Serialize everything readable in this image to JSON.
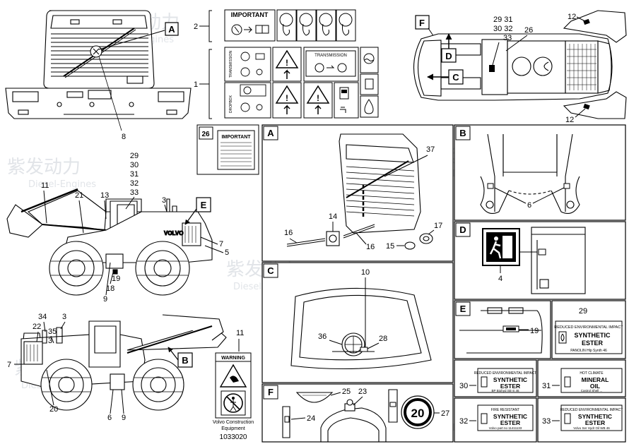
{
  "watermark": {
    "brand": "紫发动力",
    "sub": "Diesel-Engines"
  },
  "labels": {
    "section_letters": [
      "A",
      "B",
      "C",
      "D",
      "E",
      "F"
    ],
    "callouts": {
      "n1": "1",
      "n2": "2",
      "n3": "3",
      "n4": "4",
      "n5": "5",
      "n6": "6",
      "n7": "7",
      "n8": "8",
      "n9": "9",
      "n10": "10",
      "n11": "11",
      "n12": "12",
      "n13": "13",
      "n14": "14",
      "n15": "15",
      "n16": "16",
      "n17": "17",
      "n18": "18",
      "n19": "19",
      "n20": "20",
      "n21": "21",
      "n22": "22",
      "n23": "23",
      "n24": "24",
      "n25": "25",
      "n26": "26",
      "n27": "27",
      "n28": "28",
      "n29": "29",
      "n30": "30",
      "n31": "31",
      "n32": "32",
      "n33": "33",
      "n34": "34",
      "n35": "35",
      "n36": "36",
      "n37": "37"
    },
    "stack_29_33": [
      "29",
      "30",
      "31",
      "32",
      "33"
    ],
    "stack_top_right": [
      "29 31",
      "30 32",
      "33"
    ]
  },
  "decals": {
    "important": "IMPORTANT",
    "transmission": "TRANSMISSION",
    "transmission_vertical": "TRANSMISSION",
    "dropbox_vertical": "DROPBOX",
    "warning": "WARNING",
    "volvo_caption_1": "Volvo Construction",
    "volvo_caption_2": "Equipment",
    "volvo_logo": "VOLVO",
    "part_number": "1033020",
    "speed_limit": "20",
    "env_impact": "REDUCED ENVIRONMENTAL IMPACT",
    "synthetic": "SYNTHETIC",
    "ester": "ESTER",
    "panolin": "PANOLIN Hlp Synth 46",
    "bp": "BP Biohyd SE-S 46",
    "hot_climate": "HOT CLIMATE",
    "mineral": "MINERAL",
    "oil": "OIL",
    "fire_resistant": "FIRE RESISTANT",
    "volvo_part": "Volvo part no 11411133",
    "volvo_ser": "Volvo Ser Hydr Oil WB 46",
    "castrol": "Castrol Shell ..."
  }
}
